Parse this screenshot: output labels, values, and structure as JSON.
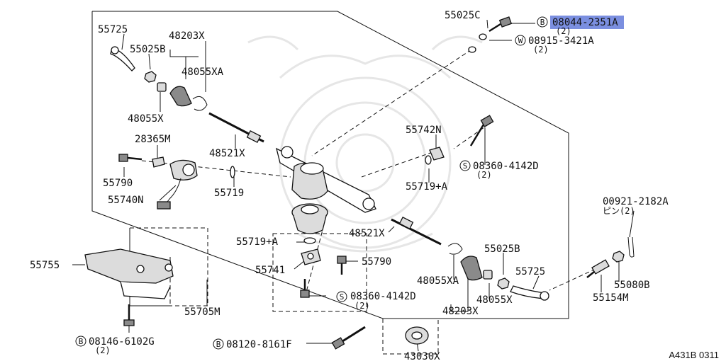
{
  "reference": "A431B 0311",
  "highlight_color": "#7b8fe0",
  "parts": {
    "p55725_top": "55725",
    "p55025B_top": "55025B",
    "p48203X_top": "48203X",
    "p48055XA_top": "48055XA",
    "p48055X_top": "48055X",
    "p28365M": "28365M",
    "p48521X_top": "48521X",
    "p55790_left": "55790",
    "p55740N": "55740N",
    "p55719": "55719",
    "p55025C": "55025C",
    "p08044": "08044-2351A",
    "p08044_letter": "B",
    "p08044_qty": "(2)",
    "p08915": "08915-3421A",
    "p08915_letter": "W",
    "p08915_qty": "(2)",
    "p55742N": "55742N",
    "p08360_upper": "08360-4142D",
    "p08360_upper_letter": "S",
    "p08360_upper_qty": "(2)",
    "p55719A_upper": "55719+A",
    "p00921": "00921-2182A",
    "p00921_sub": "ピン(2)",
    "p48521X_bottom": "48521X",
    "p55719A_lower": "55719+A",
    "p55790_lower": "55790",
    "p55741": "55741",
    "p55025B_bottom": "55025B",
    "p55725_bottom": "55725",
    "p48055XA_bottom": "48055XA",
    "p48055X_bottom": "48055X",
    "p48203X_bottom": "48203X",
    "p08360_lower": "08360-4142D",
    "p08360_lower_letter": "S",
    "p08360_lower_qty": "(2)",
    "p55755": "55755",
    "p55705M": "55705M",
    "p55154M": "55154M",
    "p55080B": "55080B",
    "p08146": "08146-6102G",
    "p08146_letter": "B",
    "p08146_qty": "(2)",
    "p08120": "08120-8161F",
    "p08120_letter": "B",
    "p43030X": "43030X"
  }
}
